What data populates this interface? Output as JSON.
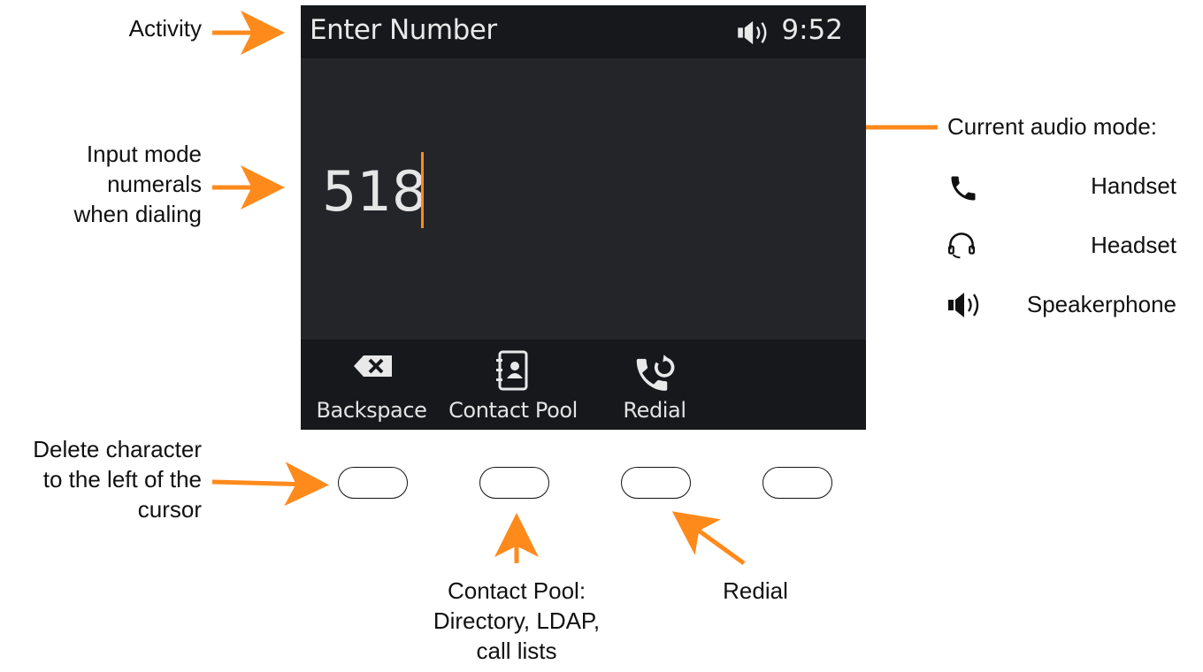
{
  "screen": {
    "title": "Enter Number",
    "time": "9:52",
    "status_icon": "speakerphone-icon",
    "dialed_number": "518",
    "softkeys": [
      {
        "label": "Backspace",
        "icon": "backspace-icon"
      },
      {
        "label": "Contact Pool",
        "icon": "contact-book-icon"
      },
      {
        "label": "Redial",
        "icon": "redial-icon"
      }
    ]
  },
  "annotations": {
    "activity": "Activity",
    "input_mode": [
      "Input mode",
      "numerals",
      "when dialing"
    ],
    "delete": [
      "Delete character",
      "to the left of the",
      "cursor"
    ],
    "contact_pool": [
      "Contact Pool:",
      "Directory, LDAP,",
      "call lists"
    ],
    "redial": "Redial",
    "audio_mode_title": "Current audio mode:",
    "audio_modes": [
      {
        "label": "Handset",
        "icon": "handset-icon"
      },
      {
        "label": "Headset",
        "icon": "headset-icon"
      },
      {
        "label": "Speakerphone",
        "icon": "speakerphone-icon"
      }
    ]
  },
  "colors": {
    "arrow": "#ff8a1c",
    "screen_bg": "#232529",
    "bar_bg": "#16181b",
    "cursor": "#ff8a1c"
  }
}
